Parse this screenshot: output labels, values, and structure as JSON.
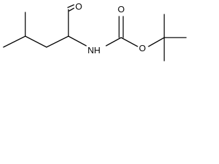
{
  "structure": {
    "atoms": {
      "aldehyde_oxygen": "O",
      "amine_nitrogen": "NH",
      "carbonyl_oxygen": "O",
      "ester_oxygen": "O"
    }
  },
  "colors": {
    "bond": "#000000",
    "label": "#000000",
    "background": "#ffffff"
  }
}
